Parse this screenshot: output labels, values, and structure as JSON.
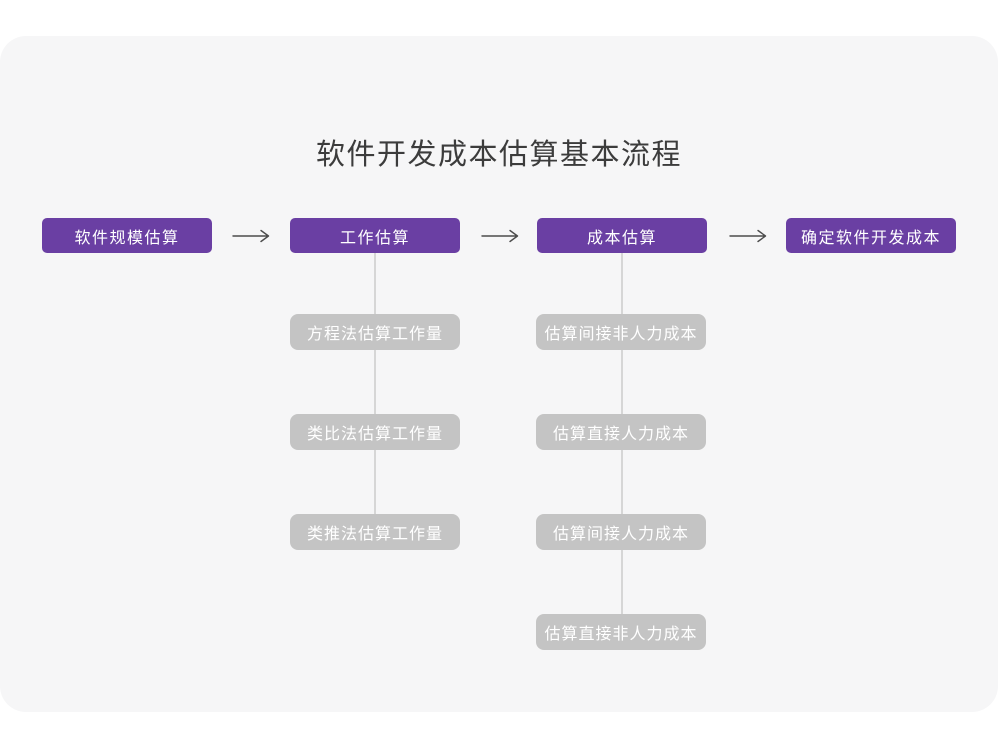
{
  "title": "软件开发成本估算基本流程",
  "colors": {
    "primary_purple": "#6a3fa3",
    "sub_box_gray": "#c4c4c4",
    "card_background": "#f6f6f7",
    "connector_gray": "#d6d6d6",
    "arrow_gray": "#4c4c4c"
  },
  "flow": {
    "main_steps": [
      {
        "label": "软件规模估算",
        "sub_steps": []
      },
      {
        "label": "工作估算",
        "sub_steps": [
          "方程法估算工作量",
          "类比法估算工作量",
          "类推法估算工作量"
        ]
      },
      {
        "label": "成本估算",
        "sub_steps": [
          "估算间接非人力成本",
          "估算直接人力成本",
          "估算间接人力成本",
          "估算直接非人力成本"
        ]
      },
      {
        "label": "确定软件开发成本",
        "sub_steps": []
      }
    ]
  }
}
